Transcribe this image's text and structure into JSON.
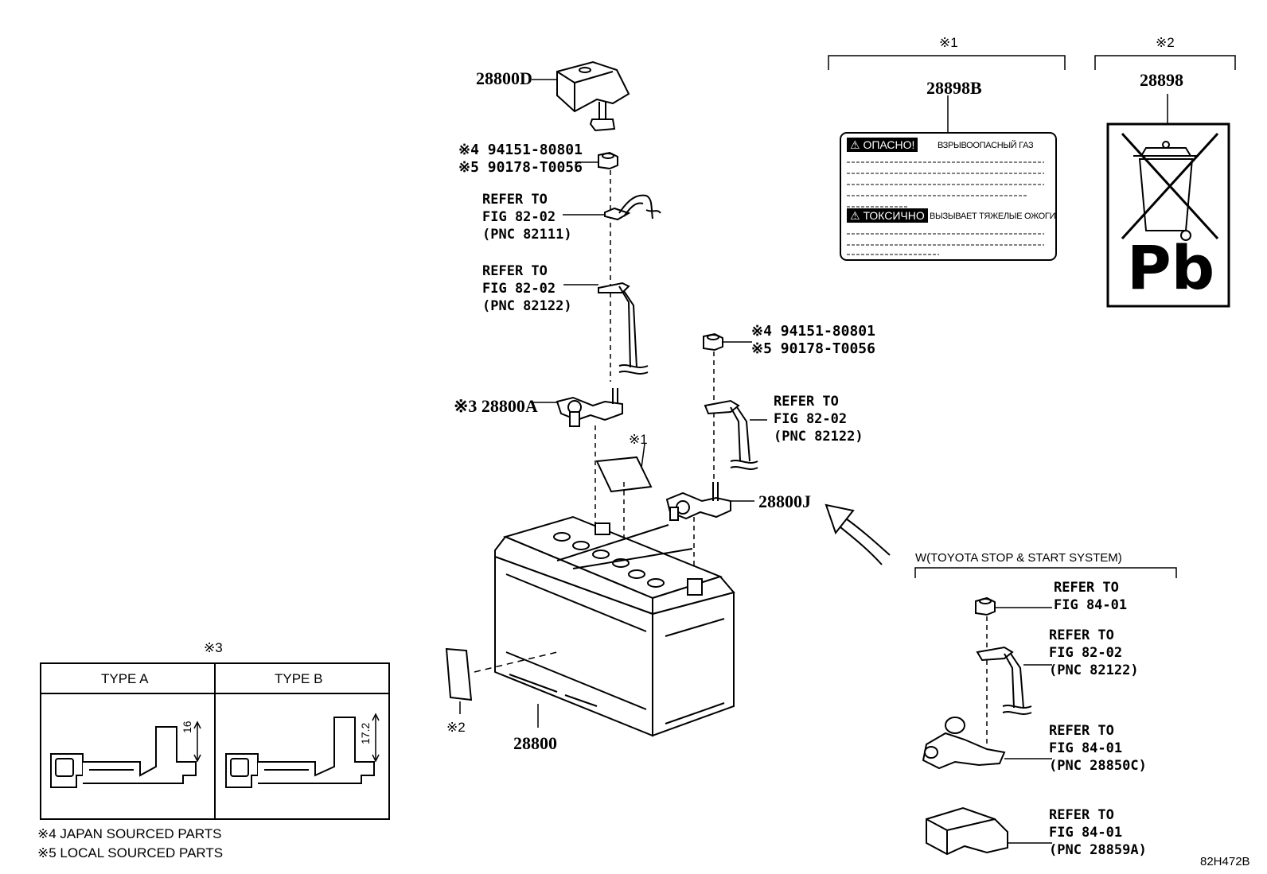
{
  "parts": {
    "terminal_cover": "28800D",
    "nut_top_jp": "※4 94151-80801",
    "nut_top_local": "※5 90178-T0056",
    "ref_cable_1": "REFER TO\nFIG 82-02\n(PNC 82111)",
    "ref_cable_2": "REFER TO\nFIG 82-02\n(PNC 82122)",
    "terminal_a": "※3 28800A",
    "note1_small": "※1",
    "nut_right_jp": "※4 94151-80801",
    "nut_right_local": "※5 90178-T0056",
    "ref_cable_3": "REFER TO\nFIG 82-02\n(PNC 82122)",
    "terminal_j": "28800J",
    "battery": "28800",
    "note2_small": "※2"
  },
  "labels": {
    "bracket1_mark": "※1",
    "label_part": "28898B",
    "danger_tag": "ОПАСНО!",
    "danger_text": "ВЗРЫВООПАСНЫЙ ГАЗ",
    "toxic_tag": "ТОКСИЧНО",
    "toxic_text": "ВЫЗЫВАЕТ ТЯЖЕЛЫЕ ОЖОГИ",
    "bracket2_mark": "※2",
    "recycle_part": "28898",
    "pb_symbol": "Pb"
  },
  "stop_start": {
    "title": "W(TOYOTA STOP & START SYSTEM)",
    "ref_nut": "REFER TO\nFIG 84-01",
    "ref_cable": "REFER TO\nFIG 82-02\n(PNC 82122)",
    "ref_terminal": "REFER TO\nFIG 84-01\n(PNC 28850C)",
    "ref_cover": "REFER TO\nFIG 84-01\n(PNC 28859A)"
  },
  "type_table": {
    "mark": "※3",
    "col_a": "TYPE A",
    "col_b": "TYPE B",
    "dim_a": "16",
    "dim_b": "17.2"
  },
  "footnotes": {
    "note4": "※4 JAPAN SOURCED PARTS",
    "note5": "※5 LOCAL SOURCED PARTS"
  },
  "figure_code": "82H472B"
}
